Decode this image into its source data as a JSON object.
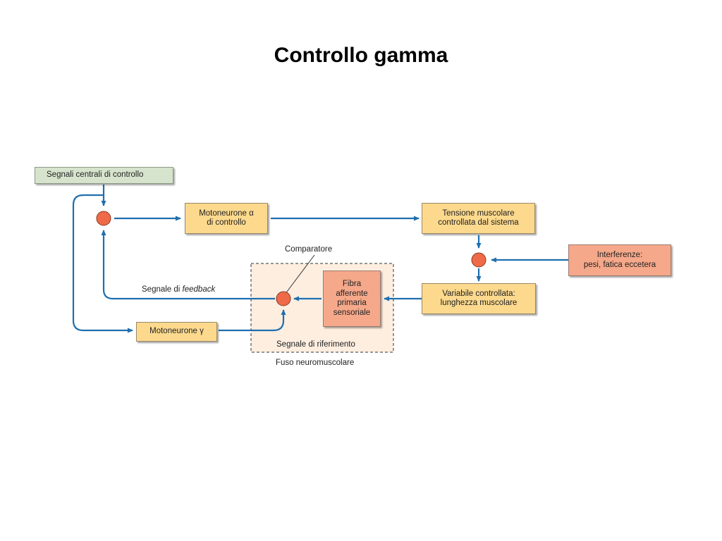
{
  "title": "Controllo gamma",
  "boxes": {
    "central": "Segnali centrali di controllo",
    "alpha_line1": "Motoneurone α",
    "alpha_line2": "di controllo",
    "tension_line1": "Tensione muscolare",
    "tension_line2": "controllata dal sistema",
    "interference_line1": "Interferenze:",
    "interference_line2": "pesi, fatica eccetera",
    "variable_line1": "Variabile controllata:",
    "variable_line2": "lunghezza muscolare",
    "fibre_line1": "Fibra",
    "fibre_line2": "afferente",
    "fibre_line3": "primaria",
    "fibre_line4": "sensoriale",
    "gamma": "Motoneurone γ"
  },
  "labels": {
    "comparator": "Comparatore",
    "feedback_prefix": "Segnale di ",
    "feedback_italic": "feedback",
    "reference": "Segnale di riferimento",
    "spindle": "Fuso neuromuscolare"
  },
  "colors": {
    "arrow": "#1f6fae",
    "yellow_box": "#fcd98d",
    "salmon_box": "#f6a88a",
    "green_box": "#d7e4cd",
    "spindle_fill": "#fdeee0",
    "comparator": "#ef6a48"
  }
}
